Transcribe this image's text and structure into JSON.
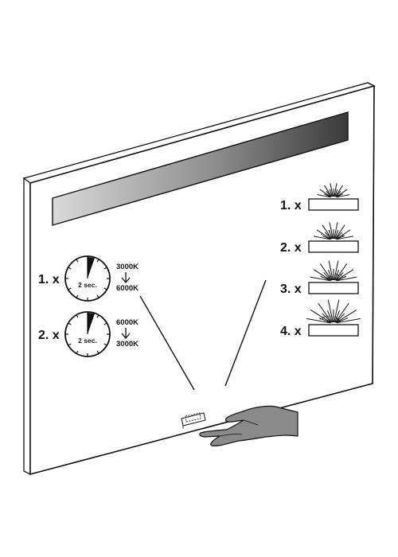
{
  "colors": {
    "ink": "#111111",
    "panel": "#ffffff",
    "strip_dark": "#3a3a3a",
    "strip_light": "#d9d9d9",
    "hand": "#8a8a8a"
  },
  "timers": [
    {
      "count": "1. x",
      "duration": "2 sec.",
      "from": "3000K",
      "to": "6000K"
    },
    {
      "count": "2. x",
      "duration": "2 sec.",
      "from": "6000K",
      "to": "3000K"
    }
  ],
  "brightness_steps": [
    {
      "count": "1. x",
      "level": 1
    },
    {
      "count": "2. x",
      "level": 2
    },
    {
      "count": "3. x",
      "level": 3
    },
    {
      "count": "4. x",
      "level": 4
    }
  ]
}
